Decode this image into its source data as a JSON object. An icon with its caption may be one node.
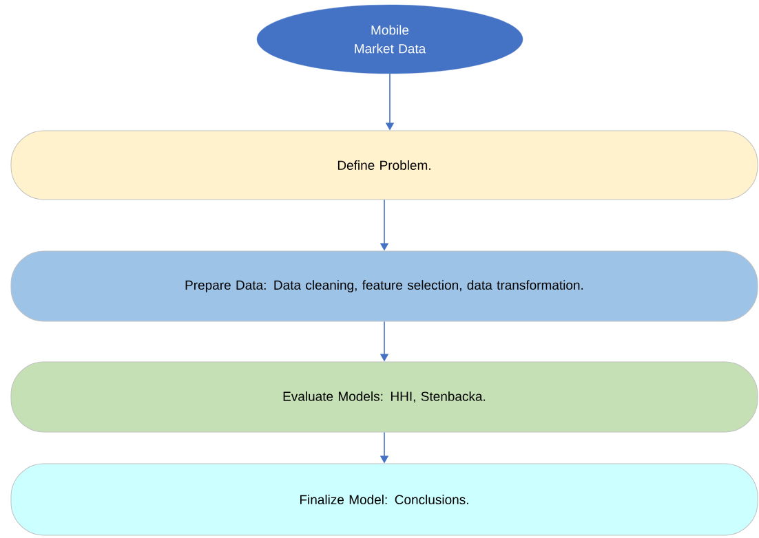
{
  "diagram": {
    "nodes": [
      {
        "text": [
          "Mobile Market Data"
        ]
      },
      {
        "text": [
          "Define Problem."
        ]
      },
      {
        "text": [
          "Prepare Data: Data cleaning, feature selection, data transformation."
        ]
      },
      {
        "text": [
          "Evaluate Models: HHI, Stenbacka."
        ]
      },
      {
        "text": [
          "Finalize Model: Conclusions."
        ]
      }
    ],
    "edges": [
      {
        "from": 0,
        "to": 1,
        "arrow": "to"
      },
      {
        "from": 1,
        "to": 2,
        "arrow": "to"
      },
      {
        "from": 2,
        "to": 3,
        "arrow": "to"
      },
      {
        "from": 3,
        "to": 4,
        "arrow": "to"
      }
    ]
  }
}
